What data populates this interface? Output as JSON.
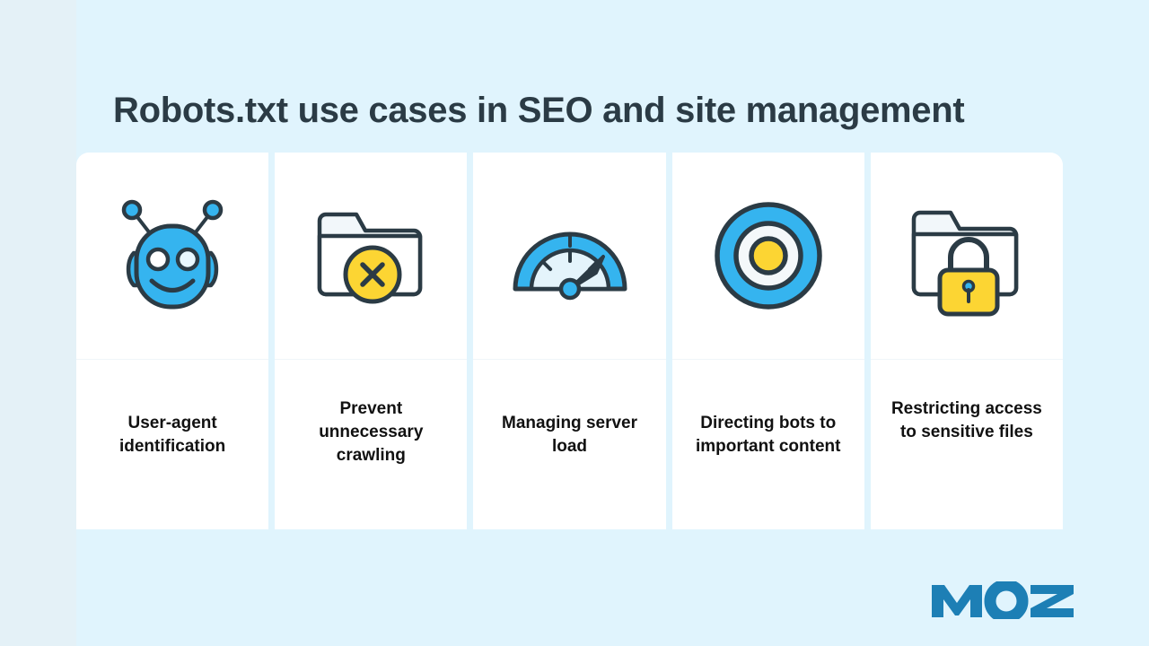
{
  "page": {
    "title": "Robots.txt use cases in SEO and site management",
    "background_color": "#e0f4fd",
    "outer_background_color": "#e4f1f7",
    "card_background_color": "#ffffff",
    "accent_blue": "#35b4ef",
    "accent_yellow": "#fcd533",
    "outline_dark": "#2b3b45",
    "logo_blue": "#1d7fb5"
  },
  "logo": {
    "name": "MOZ",
    "text": "MOZ"
  },
  "cards": [
    {
      "icon": "robot-icon",
      "label": "User-agent identification"
    },
    {
      "icon": "folder-blocked-icon",
      "label": "Prevent unnecessary crawling"
    },
    {
      "icon": "speedometer-icon",
      "label": "Managing server load"
    },
    {
      "icon": "target-bullseye-icon",
      "label": "Directing bots to important content"
    },
    {
      "icon": "folder-locked-icon",
      "label": "Restricting access to sensitive files"
    }
  ]
}
